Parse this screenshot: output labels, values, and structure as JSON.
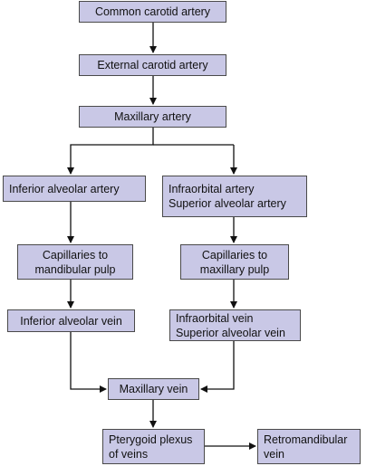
{
  "nodes": {
    "common_carotid": [
      "Common carotid artery"
    ],
    "external_carotid": [
      "External carotid artery"
    ],
    "maxillary_artery": [
      "Maxillary artery"
    ],
    "inferior_alveolar_artery": [
      "Inferior alveolar artery"
    ],
    "infraorbital_superior_artery": [
      "Infraorbital artery",
      "Superior alveolar artery"
    ],
    "capillaries_mandibular": [
      "Capillaries to",
      "mandibular pulp"
    ],
    "capillaries_maxillary": [
      "Capillaries to",
      "maxillary pulp"
    ],
    "inferior_alveolar_vein": [
      "Inferior alveolar vein"
    ],
    "infraorbital_superior_vein": [
      "Infraorbital vein",
      "Superior alveolar vein"
    ],
    "maxillary_vein": [
      "Maxillary vein"
    ],
    "pterygoid_plexus": [
      "Pterygoid plexus",
      "of veins"
    ],
    "retromandibular_vein": [
      "Retromandibular",
      "vein"
    ]
  },
  "colors": {
    "box_fill": "#c9c8e6",
    "box_border": "#4a4a4a",
    "arrow": "#111111"
  }
}
